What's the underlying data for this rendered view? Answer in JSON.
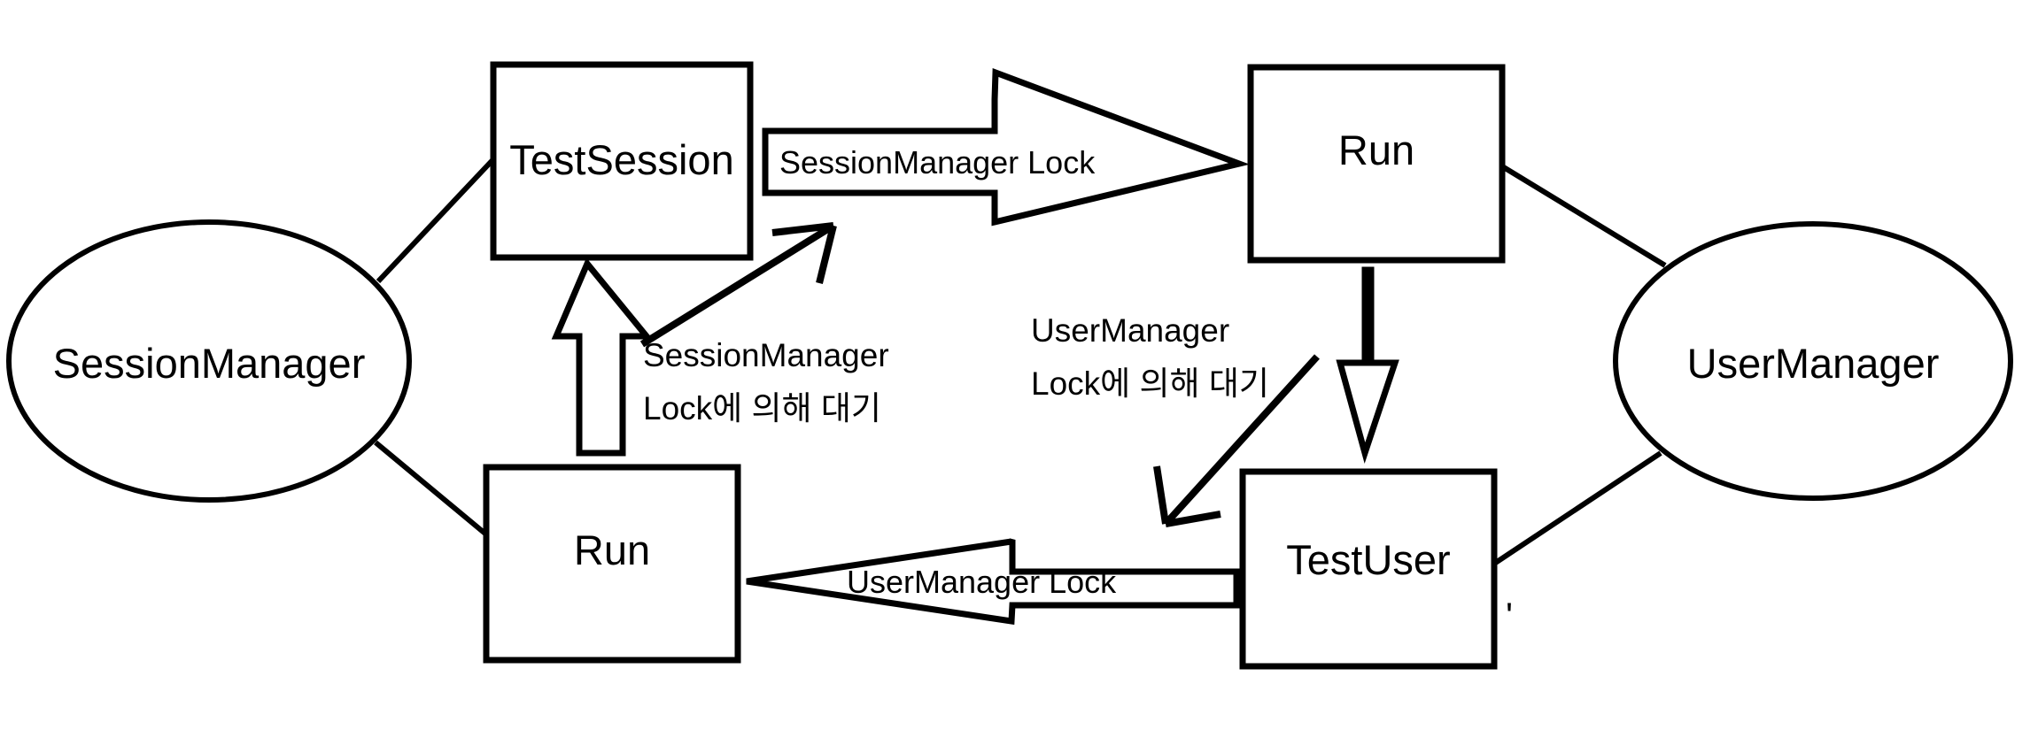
{
  "diagram": {
    "title": "SessionManager / UserManager deadlock sequence",
    "background_color": "#ffffff",
    "stroke_color": "#000000",
    "text_color": "#000000",
    "nodes": [
      {
        "id": "session-manager",
        "shape": "ellipse",
        "label": "SessionManager"
      },
      {
        "id": "test-session",
        "shape": "rectangle",
        "label": "TestSession"
      },
      {
        "id": "run-top",
        "shape": "rectangle",
        "label": "Run"
      },
      {
        "id": "user-manager",
        "shape": "ellipse",
        "label": "UserManager"
      },
      {
        "id": "run-bottom",
        "shape": "rectangle",
        "label": "Run"
      },
      {
        "id": "test-user",
        "shape": "rectangle",
        "label": "TestUser"
      }
    ],
    "edges": [
      {
        "id": "session-manager-to-test-session",
        "kind": "line",
        "label": ""
      },
      {
        "id": "session-manager-to-run-bottom",
        "kind": "line",
        "label": ""
      },
      {
        "id": "user-manager-to-run-top",
        "kind": "line",
        "label": ""
      },
      {
        "id": "user-manager-to-test-user",
        "kind": "line",
        "label": ""
      },
      {
        "id": "test-session-to-run-top",
        "kind": "block-arrow-right",
        "label": "SessionManager Lock"
      },
      {
        "id": "test-user-to-run-bottom",
        "kind": "block-arrow-left",
        "label": "UserManager Lock"
      },
      {
        "id": "run-bottom-to-test-session",
        "kind": "block-arrow-up",
        "label": ""
      },
      {
        "id": "run-top-to-test-user",
        "kind": "block-arrow-down",
        "label": ""
      },
      {
        "id": "wait-arrow-session",
        "kind": "thin-arrow",
        "label": ""
      },
      {
        "id": "wait-arrow-user",
        "kind": "thin-arrow",
        "label": ""
      }
    ],
    "annotations": [
      {
        "id": "session-wait-note",
        "line1": "SessionManager",
        "line2": "Lock에 의해 대기"
      },
      {
        "id": "user-wait-note",
        "line1": "UserManager",
        "line2": "Lock에 의해 대기"
      },
      {
        "id": "stray-tick-mark",
        "line1": "'",
        "line2": ""
      }
    ]
  }
}
